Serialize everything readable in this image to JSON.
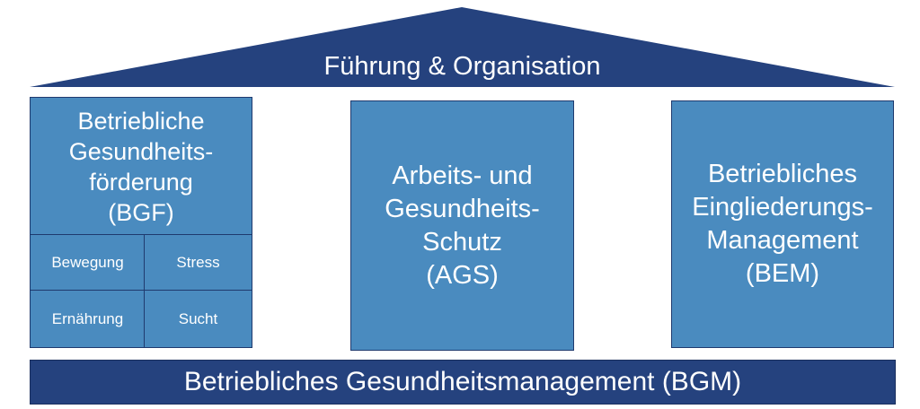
{
  "roof": {
    "label": "Führung & Organisation"
  },
  "pillars": {
    "bgf": {
      "title": "Betriebliche Gesundheits-förderung (BGF)",
      "lines": [
        "Betriebliche",
        "Gesundheits-",
        "förderung",
        "(BGF)"
      ],
      "sub": [
        "Bewegung",
        "Stress",
        "Ernährung",
        "Sucht"
      ]
    },
    "ags": {
      "lines": [
        "Arbeits- und",
        "Gesundheits-",
        "Schutz",
        "(AGS)"
      ]
    },
    "bem": {
      "lines": [
        "Betriebliches",
        "Eingliederungs-",
        "Management",
        "(BEM)"
      ]
    }
  },
  "foundation": {
    "label": "Betriebliches Gesundheitsmanagement (BGM)"
  },
  "colors": {
    "roof": "#25427e",
    "pillar": "#4a8bbf",
    "border": "#1f3a6e"
  }
}
